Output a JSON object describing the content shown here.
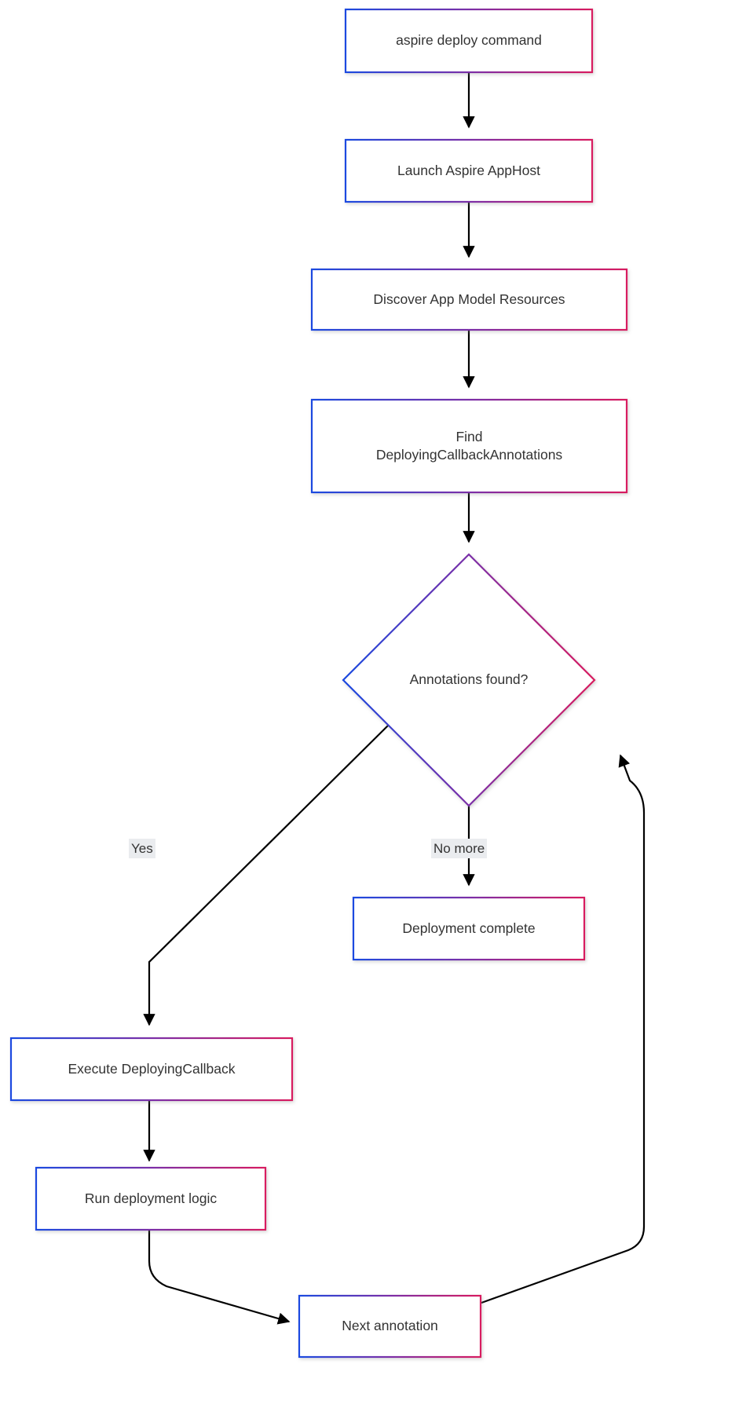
{
  "diagram": {
    "type": "flowchart",
    "direction": "top-down",
    "background_color": "#ffffff",
    "node_border_gradient": {
      "from": "#1b4ae0",
      "to": "#d81b60"
    },
    "node_fill": "#ffffff",
    "text_color": "#333333",
    "edge_color": "#000000",
    "edge_label_background": "#eaecef",
    "nodes": [
      {
        "id": "start",
        "shape": "rect",
        "label": "aspire deploy command"
      },
      {
        "id": "launch",
        "shape": "rect",
        "label": "Launch Aspire AppHost"
      },
      {
        "id": "discover",
        "shape": "rect",
        "label": "Discover App Model Resources"
      },
      {
        "id": "find",
        "shape": "rect",
        "label": "Find\nDeployingCallbackAnnotations"
      },
      {
        "id": "decision",
        "shape": "diamond",
        "label": "Annotations found?"
      },
      {
        "id": "execute",
        "shape": "rect",
        "label": "Execute DeployingCallback"
      },
      {
        "id": "complete",
        "shape": "rect",
        "label": "Deployment complete"
      },
      {
        "id": "run",
        "shape": "rect",
        "label": "Run deployment logic"
      },
      {
        "id": "next",
        "shape": "rect",
        "label": "Next annotation"
      }
    ],
    "edges": [
      {
        "from": "start",
        "to": "launch",
        "label": ""
      },
      {
        "from": "launch",
        "to": "discover",
        "label": ""
      },
      {
        "from": "discover",
        "to": "find",
        "label": ""
      },
      {
        "from": "find",
        "to": "decision",
        "label": ""
      },
      {
        "from": "decision",
        "to": "execute",
        "label": "Yes"
      },
      {
        "from": "decision",
        "to": "complete",
        "label": "No more"
      },
      {
        "from": "execute",
        "to": "run",
        "label": ""
      },
      {
        "from": "run",
        "to": "next",
        "label": ""
      },
      {
        "from": "next",
        "to": "decision",
        "label": ""
      }
    ]
  }
}
